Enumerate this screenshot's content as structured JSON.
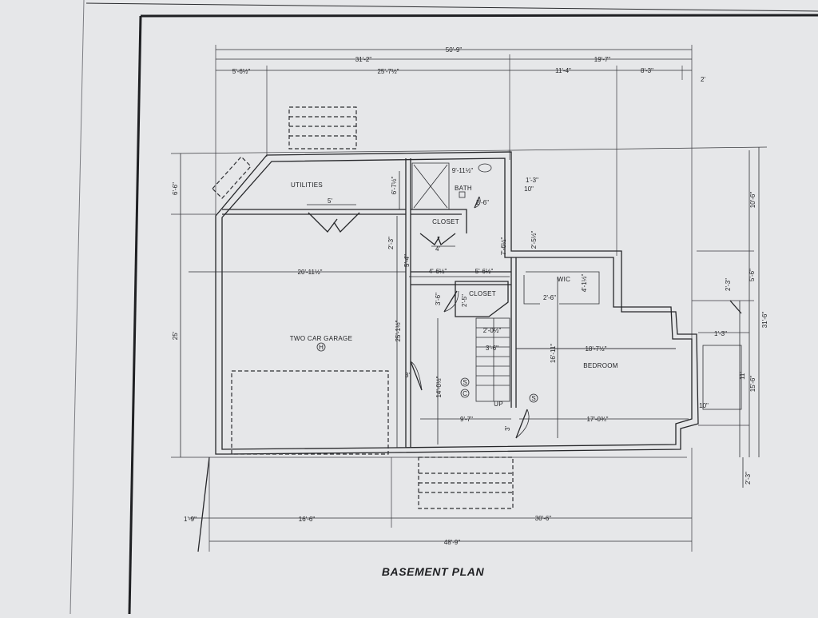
{
  "drawing": {
    "title": "BASEMENT PLAN",
    "rooms": {
      "utilities": "UTILITIES",
      "closet_upper": "CLOSET",
      "bath": "BATH",
      "closet_lower": "CLOSET",
      "wic": "WIC",
      "garage": "TWO CAR GARAGE",
      "bedroom": "BEDROOM",
      "stair_up": "UP"
    },
    "dimensions": {
      "top_overall": "50'-9\"",
      "top_left_group": "31'-2\"",
      "top_right_group": "19'-7\"",
      "top_seg1": "5'-6½\"",
      "top_seg2": "25'-7½\"",
      "top_seg3": "11'-4\"",
      "top_seg4": "8'-3\"",
      "top_corner": "2'",
      "left_upper": "6'-6\"",
      "left_overall": "25'",
      "utilities_door": "5'",
      "utilities_depth": "6'-7½\"",
      "garage_width": "20'-11½\"",
      "garage_depth": "25'-1½\"",
      "closet_door": "4'",
      "bath_width": "9'-11½\"",
      "bath_r1": "1'-3\"",
      "bath_r2": "10\"",
      "bath_door": "2'-6\"",
      "hall_a": "2'-3\"",
      "hall_b": "5'-4\"",
      "hall_c": "4'-6½\"",
      "hall_d": "5'-6½\"",
      "hall_e": "7'-6½\"",
      "hall_f": "2'-5½\"",
      "wic_a": "4'-1½\"",
      "wic_door": "2'-6\"",
      "closet2_a": "3'-6\"",
      "closet2_b": "2'-5\"",
      "stair_a": "2'-0½\"",
      "stair_b": "3'-6\"",
      "bedroom_width": "18'-7½\"",
      "bedroom_depth": "16'-11\"",
      "garage_door_small": "3'",
      "room_depth": "14'-0½\"",
      "lower_left_room": "9'-7\"",
      "lower_right_room": "17'-0¾\"",
      "stair_bottom": "3'",
      "right_r1": "10'-6\"",
      "right_r2": "5'-6\"",
      "right_r3": "2'-3\"",
      "right_r4": "1'-3\"",
      "right_r5": "11'",
      "right_r6": "15'-6\"",
      "right_r7": "10\"",
      "right_overall": "31'-6\"",
      "right_bottom": "2'-3\"",
      "bottom_left_small": "1'-9\"",
      "bottom_left": "16'-6\"",
      "bottom_right": "30'-6\"",
      "bottom_overall": "48'-9\""
    },
    "symbols": {
      "smoke_1": "S",
      "co_1": "C",
      "smoke_2": "S",
      "garage_symbol": "H"
    }
  }
}
